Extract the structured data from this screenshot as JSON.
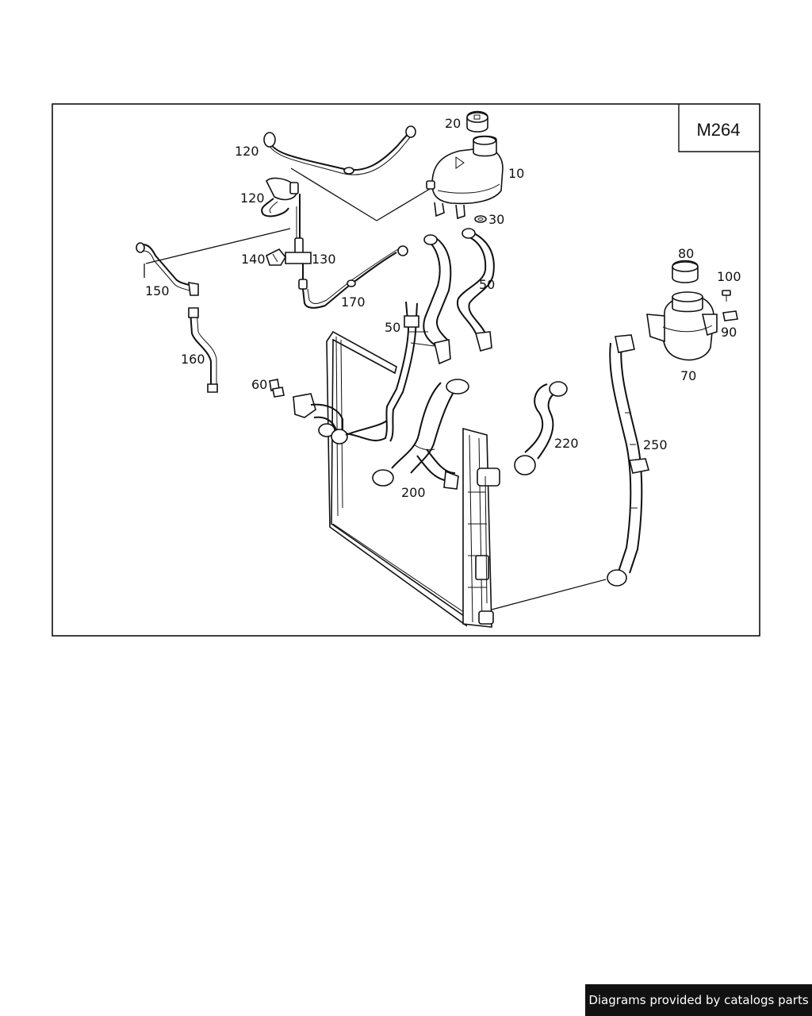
{
  "model_code": "M264",
  "footer_text": "Diagrams provided by catalogs parts",
  "callouts": {
    "c10": "10",
    "c20": "20",
    "c30": "30",
    "c50a": "50",
    "c50b": "50",
    "c60": "60",
    "c70": "70",
    "c80": "80",
    "c90": "90",
    "c100": "100",
    "c120a": "120",
    "c120b": "120",
    "c130": "130",
    "c140": "140",
    "c150": "150",
    "c160": "160",
    "c170": "170",
    "c200": "200",
    "c220": "220",
    "c250": "250"
  }
}
